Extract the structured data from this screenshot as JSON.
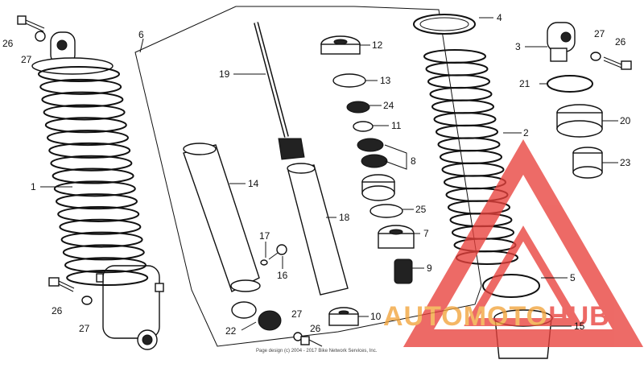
{
  "labels": [
    {
      "id": "1",
      "text": "1"
    },
    {
      "id": "2",
      "text": "2"
    },
    {
      "id": "3",
      "text": "3"
    },
    {
      "id": "4",
      "text": "4"
    },
    {
      "id": "5",
      "text": "5"
    },
    {
      "id": "6",
      "text": "6"
    },
    {
      "id": "7",
      "text": "7"
    },
    {
      "id": "8",
      "text": "8"
    },
    {
      "id": "9",
      "text": "9"
    },
    {
      "id": "10",
      "text": "10"
    },
    {
      "id": "11",
      "text": "11"
    },
    {
      "id": "12",
      "text": "12"
    },
    {
      "id": "13",
      "text": "13"
    },
    {
      "id": "14",
      "text": "14"
    },
    {
      "id": "15",
      "text": "15"
    },
    {
      "id": "16",
      "text": "16"
    },
    {
      "id": "17",
      "text": "17"
    },
    {
      "id": "18",
      "text": "18"
    },
    {
      "id": "19",
      "text": "19"
    },
    {
      "id": "20",
      "text": "20"
    },
    {
      "id": "21",
      "text": "21"
    },
    {
      "id": "22",
      "text": "22"
    },
    {
      "id": "23",
      "text": "23"
    },
    {
      "id": "24",
      "text": "24"
    },
    {
      "id": "25",
      "text": "25"
    },
    {
      "id": "26a",
      "text": "26"
    },
    {
      "id": "26b",
      "text": "26"
    },
    {
      "id": "26c",
      "text": "26"
    },
    {
      "id": "26d",
      "text": "26"
    },
    {
      "id": "27a",
      "text": "27"
    },
    {
      "id": "27b",
      "text": "27"
    },
    {
      "id": "27c",
      "text": "27"
    },
    {
      "id": "27d",
      "text": "27"
    }
  ],
  "copyright": "Page design (c) 2004 - 2017 Bike Network Services, Inc.",
  "watermark": {
    "text_part1": "AUTOMOTO",
    "text_part2": "HUB",
    "color_red": "#e8413c",
    "color_orange": "#f2a33a"
  }
}
